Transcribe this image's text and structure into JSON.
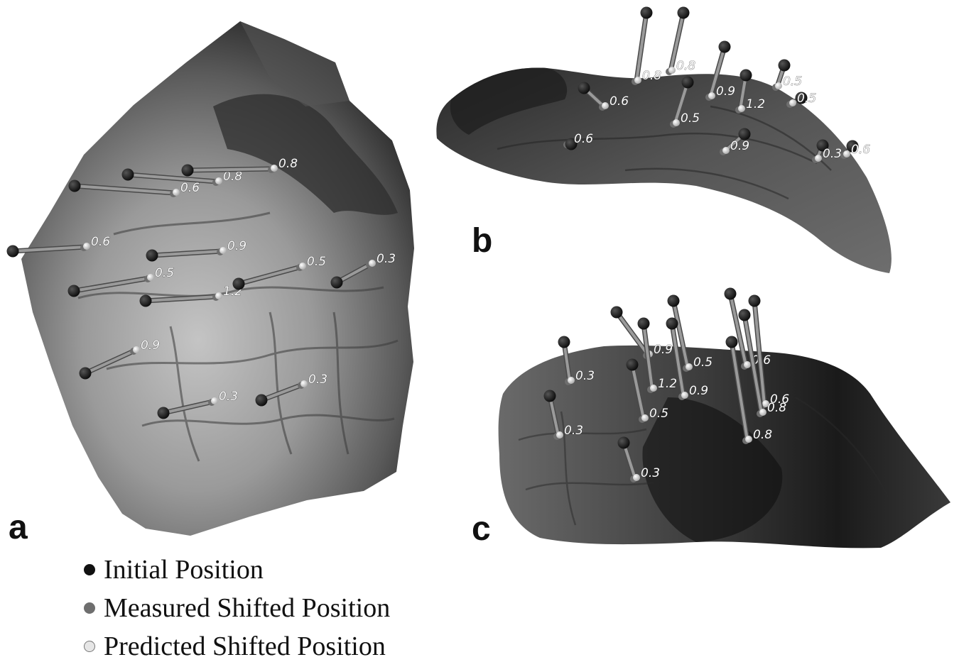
{
  "panels": {
    "a": {
      "letter": "a",
      "markers": [
        {
          "label": "0.6"
        },
        {
          "label": "0.8"
        },
        {
          "label": "0.8"
        },
        {
          "label": "0.6"
        },
        {
          "label": "0.9"
        },
        {
          "label": "0.5"
        },
        {
          "label": "1.2"
        },
        {
          "label": "0.5"
        },
        {
          "label": "0.3"
        },
        {
          "label": "0.9"
        },
        {
          "label": "0.3"
        },
        {
          "label": "0.3"
        }
      ]
    },
    "b": {
      "letter": "b",
      "markers": [
        {
          "label": "0.6"
        },
        {
          "label": "0.8"
        },
        {
          "label": "0.8"
        },
        {
          "label": "0.9"
        },
        {
          "label": "1.2"
        },
        {
          "label": "0.5"
        },
        {
          "label": "0.5"
        },
        {
          "label": "0.6"
        },
        {
          "label": "0.5"
        },
        {
          "label": "0.9"
        },
        {
          "label": "0.3"
        },
        {
          "label": "0.6"
        }
      ]
    },
    "c": {
      "letter": "c",
      "markers": [
        {
          "label": "0.3"
        },
        {
          "label": "0.9"
        },
        {
          "label": "1.2"
        },
        {
          "label": "0.5"
        },
        {
          "label": "0.9"
        },
        {
          "label": "0.6"
        },
        {
          "label": "0.6"
        },
        {
          "label": "0.8"
        },
        {
          "label": "0.8"
        },
        {
          "label": "0.5"
        },
        {
          "label": "0.3"
        },
        {
          "label": "0.3"
        }
      ]
    }
  },
  "legend": {
    "initial": {
      "label": "Initial Position",
      "color": "#111111"
    },
    "measured": {
      "label": "Measured Shifted Position",
      "color": "#6e6e6e"
    },
    "predicted": {
      "label": "Predicted Shifted Position",
      "color": "#e6e6e6"
    }
  },
  "colors": {
    "surface_light": "#c8c8c8",
    "surface_mid": "#7a7a7a",
    "surface_dark": "#1e1e1e",
    "rod": "#9a9a9a"
  }
}
